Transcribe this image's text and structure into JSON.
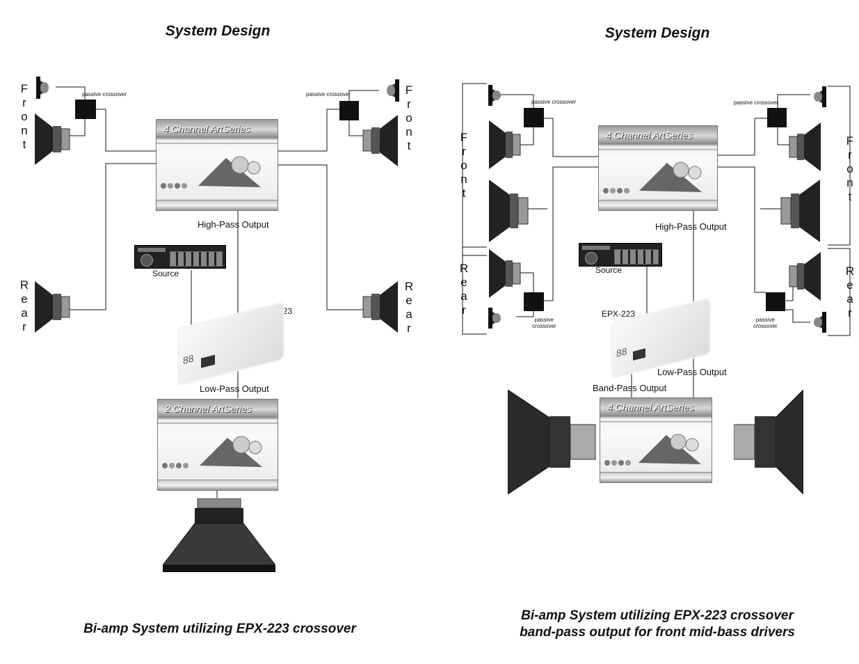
{
  "left": {
    "title": "System Design",
    "front_label": [
      "F",
      "r",
      "o",
      "n",
      "t"
    ],
    "rear_label": [
      "R",
      "e",
      "a",
      "r"
    ],
    "passive_crossover_left": "passive crossover",
    "passive_crossover_right": "passive crossover",
    "amp_top": "4 Channel ArtSeries",
    "high_pass": "High-Pass Output",
    "source": "Source",
    "epx": "EPX-223",
    "low_pass": "Low-Pass Output",
    "amp_bottom": "2 Channel ArtSeries",
    "caption": "Bi-amp System utilizing EPX-223 crossover"
  },
  "right": {
    "title": "System Design",
    "front_label": [
      "F",
      "r",
      "o",
      "n",
      "t"
    ],
    "rear_label": [
      "R",
      "e",
      "a",
      "r"
    ],
    "passive_crossover_tl": "passive crossover",
    "passive_crossover_tr": "passive crossover",
    "passive_crossover_bl": [
      "passive",
      "crossover"
    ],
    "passive_crossover_br": [
      "passive",
      "crossover"
    ],
    "amp_top": "4 Channel ArtSeries",
    "high_pass": "High-Pass Output",
    "source": "Source",
    "epx": "EPX-223",
    "low_pass": "Low-Pass Output",
    "band_pass": "Band-Pass Output",
    "amp_bottom": "4 Channel ArtSeries",
    "caption_line1": "Bi-amp System utilizing EPX-223 crossover",
    "caption_line2": "band-pass output for front mid-bass drivers"
  }
}
